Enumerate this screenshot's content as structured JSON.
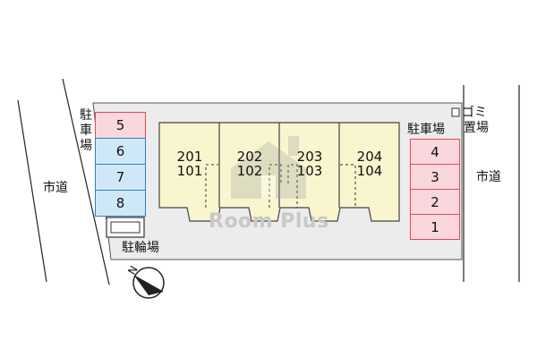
{
  "roads": {
    "left_label": "市道",
    "right_label": "市道"
  },
  "parking_left": {
    "label": "駐車場",
    "slots": [
      {
        "number": "5",
        "color": "#f9d7dc",
        "border": "#e0485e"
      },
      {
        "number": "6",
        "color": "#cfe8f8",
        "border": "#2f7fc4"
      },
      {
        "number": "7",
        "color": "#cfe8f8",
        "border": "#2f7fc4"
      },
      {
        "number": "8",
        "color": "#cfe8f8",
        "border": "#2f7fc4"
      }
    ]
  },
  "parking_right": {
    "label": "駐車場",
    "slots": [
      {
        "number": "4",
        "color": "#f9d7dc",
        "border": "#e0485e"
      },
      {
        "number": "3",
        "color": "#f9d7dc",
        "border": "#e0485e"
      },
      {
        "number": "2",
        "color": "#f9d7dc",
        "border": "#e0485e"
      },
      {
        "number": "1",
        "color": "#f9d7dc",
        "border": "#e0485e"
      }
    ]
  },
  "garbage": {
    "label": "ゴミ置場"
  },
  "bicycle_parking": {
    "label": "駐輪場"
  },
  "building": {
    "fill": "#f8f5cf",
    "units": [
      {
        "upper": "201",
        "lower": "101"
      },
      {
        "upper": "202",
        "lower": "102"
      },
      {
        "upper": "203",
        "lower": "103"
      },
      {
        "upper": "204",
        "lower": "104"
      }
    ]
  },
  "site_fill": "#ececec",
  "watermark": "Room Plus",
  "compass": {
    "label": "N"
  }
}
